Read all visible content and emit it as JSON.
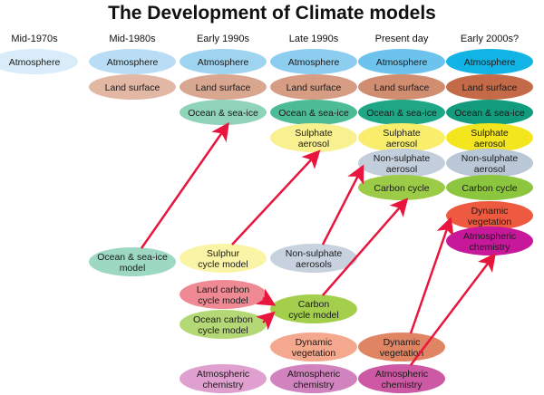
{
  "title": "The Development of Climate models",
  "columns": [
    "Mid-1970s",
    "Mid-1980s",
    "Early 1990s",
    "Late 1990s",
    "Present day",
    "Early 2000s?"
  ],
  "colors": {
    "arrow": "#e8163f",
    "atmosphere": [
      "#d6ecf8",
      "#b6dcf4",
      "#9fd3f1",
      "#8ccdf0",
      "#6cc4ee",
      "#12b4e6"
    ],
    "land": [
      "#e3b7a4",
      "#dba892",
      "#d69d86",
      "#d08f73",
      "#c46a48"
    ],
    "ocean": [
      "#8fd3b8",
      "#4dbb96",
      "#1ea685",
      "#129b7c"
    ],
    "sulphate": [
      "#f9f08f",
      "#f8ee6e",
      "#f4e61e"
    ],
    "nonsulphate": [
      "#c5d0df",
      "#bfcbda",
      "#bac7d7"
    ],
    "carbon": [
      "#9ccc47",
      "#8cc63f"
    ],
    "dynveg": [
      "#ee5a3f"
    ],
    "atmchem": [
      "#c7189b"
    ]
  },
  "nodes": [
    {
      "id": "atm-1970",
      "col": 0,
      "row": 0,
      "lines": [
        "Atmosphere"
      ],
      "color": "#d8edf9"
    },
    {
      "id": "atm-1980",
      "col": 1,
      "row": 0,
      "lines": [
        "Atmosphere"
      ],
      "color": "#b8ddf4"
    },
    {
      "id": "land-1980",
      "col": 1,
      "row": 1,
      "lines": [
        "Land surface"
      ],
      "color": "#e2b8a5"
    },
    {
      "id": "atm-1990",
      "col": 2,
      "row": 0,
      "lines": [
        "Atmosphere"
      ],
      "color": "#9fd4f1"
    },
    {
      "id": "land-1990",
      "col": 2,
      "row": 1,
      "lines": [
        "Land surface"
      ],
      "color": "#d9a690"
    },
    {
      "id": "ocean-1990",
      "col": 2,
      "row": 2,
      "lines": [
        "Ocean & sea-ice"
      ],
      "color": "#8fd3b8"
    },
    {
      "id": "atm-late1990",
      "col": 3,
      "row": 0,
      "lines": [
        "Atmosphere"
      ],
      "color": "#8ccdf0"
    },
    {
      "id": "land-late1990",
      "col": 3,
      "row": 1,
      "lines": [
        "Land surface"
      ],
      "color": "#d69c84"
    },
    {
      "id": "ocean-late1990",
      "col": 3,
      "row": 2,
      "lines": [
        "Ocean & sea-ice"
      ],
      "color": "#4dbb96"
    },
    {
      "id": "sulph-late1990",
      "col": 3,
      "row": 3,
      "lines": [
        "Sulphate",
        "aerosol"
      ],
      "color": "#f9f190"
    },
    {
      "id": "atm-present",
      "col": 4,
      "row": 0,
      "lines": [
        "Atmosphere"
      ],
      "color": "#6cc4ee"
    },
    {
      "id": "land-present",
      "col": 4,
      "row": 1,
      "lines": [
        "Land surface"
      ],
      "color": "#d08d70"
    },
    {
      "id": "ocean-present",
      "col": 4,
      "row": 2,
      "lines": [
        "Ocean & sea-ice"
      ],
      "color": "#1ea685"
    },
    {
      "id": "sulph-present",
      "col": 4,
      "row": 3,
      "lines": [
        "Sulphate",
        "aerosol"
      ],
      "color": "#f8ee6c"
    },
    {
      "id": "nonsulph-present",
      "col": 4,
      "row": 4,
      "lines": [
        "Non-sulphate",
        "aerosol"
      ],
      "color": "#c3cedd"
    },
    {
      "id": "carbon-present",
      "col": 4,
      "row": 5,
      "lines": [
        "Carbon cycle"
      ],
      "color": "#9ccc47"
    },
    {
      "id": "atm-2000",
      "col": 5,
      "row": 0,
      "lines": [
        "Atmosphere"
      ],
      "color": "#12b4e6"
    },
    {
      "id": "land-2000",
      "col": 5,
      "row": 1,
      "lines": [
        "Land surface"
      ],
      "color": "#c46a48"
    },
    {
      "id": "ocean-2000",
      "col": 5,
      "row": 2,
      "lines": [
        "Ocean & sea-ice"
      ],
      "color": "#129b7c"
    },
    {
      "id": "sulph-2000",
      "col": 5,
      "row": 3,
      "lines": [
        "Sulphate",
        "aerosol"
      ],
      "color": "#f4e61e"
    },
    {
      "id": "nonsulph-2000",
      "col": 5,
      "row": 4,
      "lines": [
        "Non-sulphate",
        "aerosol"
      ],
      "color": "#bac7d7"
    },
    {
      "id": "carbon-2000",
      "col": 5,
      "row": 5,
      "lines": [
        "Carbon cycle"
      ],
      "color": "#8cc63f"
    },
    {
      "id": "dynveg-2000",
      "col": 5,
      "row": 6,
      "lines": [
        "Dynamic",
        "vegetation"
      ],
      "color": "#ee5a3f"
    },
    {
      "id": "atmchem-2000",
      "col": 5,
      "row": 7,
      "lines": [
        "Atmospheric",
        "chemistry"
      ],
      "color": "#c7189b"
    },
    {
      "id": "ocean-model",
      "col": 1,
      "row": "b-ocean",
      "lines": [
        "Ocean & sea-ice",
        "model"
      ],
      "color": "#9dd8c2"
    },
    {
      "id": "sulphur-model",
      "col": 2,
      "row": "b-top",
      "lines": [
        "Sulphur",
        "cycle model"
      ],
      "color": "#faf5a6"
    },
    {
      "id": "nonsulph-aerosols",
      "col": 3,
      "row": "b-top",
      "lines": [
        "Non-sulphate",
        "aerosols"
      ],
      "color": "#c8d2df"
    },
    {
      "id": "land-carbon-model",
      "col": 2,
      "row": "b-land",
      "lines": [
        "Land carbon",
        "cycle model"
      ],
      "color": "#ef8a94"
    },
    {
      "id": "ocean-carbon-model",
      "col": 2,
      "row": "b-oceanc",
      "lines": [
        "Ocean carbon",
        "cycle model"
      ],
      "color": "#b5d876"
    },
    {
      "id": "carbon-model",
      "col": 3,
      "row": "b-carbon",
      "lines": [
        "Carbon",
        "cycle model"
      ],
      "color": "#a3cf4c"
    },
    {
      "id": "dynveg-late1990",
      "col": 3,
      "row": "b-dynveg",
      "lines": [
        "Dynamic",
        "vegetation"
      ],
      "color": "#f4a88e"
    },
    {
      "id": "dynveg-present",
      "col": 4,
      "row": "b-dynveg",
      "lines": [
        "Dynamic",
        "vegetation"
      ],
      "color": "#e08563"
    },
    {
      "id": "atmchem-1990",
      "col": 2,
      "row": "b-atmchem",
      "lines": [
        "Atmospheric",
        "chemistry"
      ],
      "color": "#dfa0cf"
    },
    {
      "id": "atmchem-late1990",
      "col": 3,
      "row": "b-atmchem",
      "lines": [
        "Atmospheric",
        "chemistry"
      ],
      "color": "#d183bf"
    },
    {
      "id": "atmchem-present",
      "col": 4,
      "row": "b-atmchem",
      "lines": [
        "Atmospheric",
        "chemistry"
      ],
      "color": "#cd58a3"
    }
  ],
  "arrows": [
    {
      "from": "ocean-model",
      "to": "ocean-1990"
    },
    {
      "from": "sulphur-model",
      "to": "sulph-late1990"
    },
    {
      "from": "nonsulph-aerosols",
      "to": "nonsulph-present"
    },
    {
      "from": "land-carbon-model",
      "to": "carbon-model"
    },
    {
      "from": "ocean-carbon-model",
      "to": "carbon-model"
    },
    {
      "from": "carbon-model",
      "to": "carbon-present"
    },
    {
      "from": "dynveg-present",
      "to": "dynveg-2000"
    },
    {
      "from": "atmchem-present",
      "to": "atmchem-2000"
    }
  ]
}
